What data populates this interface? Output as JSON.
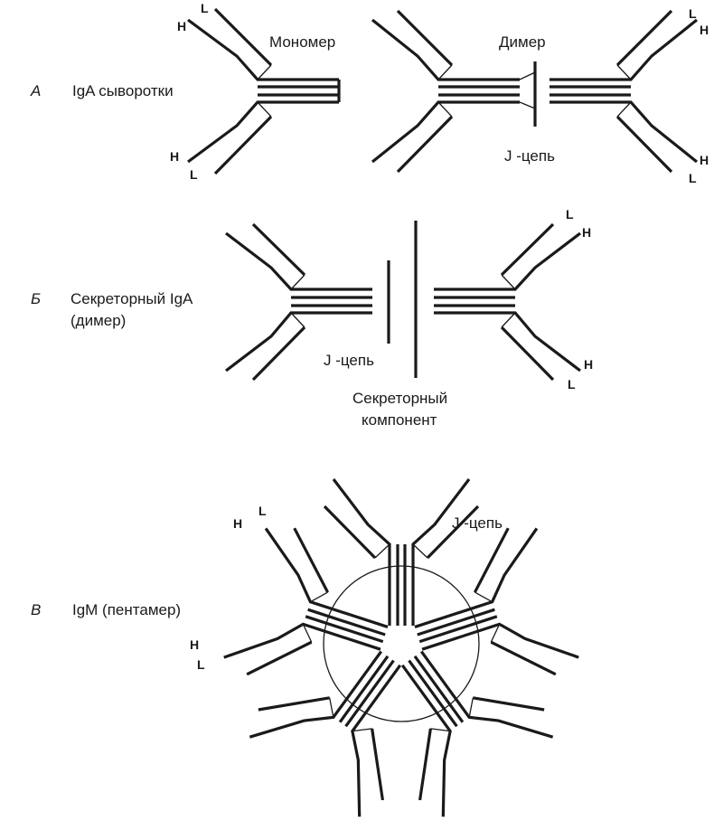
{
  "panel_a": {
    "letter": "А",
    "title": "IgA сыворотки",
    "monomer_label": "Мономер",
    "dimer_label": "Димер",
    "j_chain_label": "J -цепь"
  },
  "panel_b": {
    "letter": "Б",
    "title_line1": "Секреторный IgA",
    "title_line2": "(димер)",
    "j_chain_label": "J -цепь",
    "secretory_line1": "Секреторный",
    "secretory_line2": "компонент"
  },
  "panel_c": {
    "letter": "В",
    "title": "IgM  (пентамер)",
    "j_chain_label": "J -цепь"
  },
  "chain_labels": {
    "heavy": "H",
    "light": "L"
  }
}
